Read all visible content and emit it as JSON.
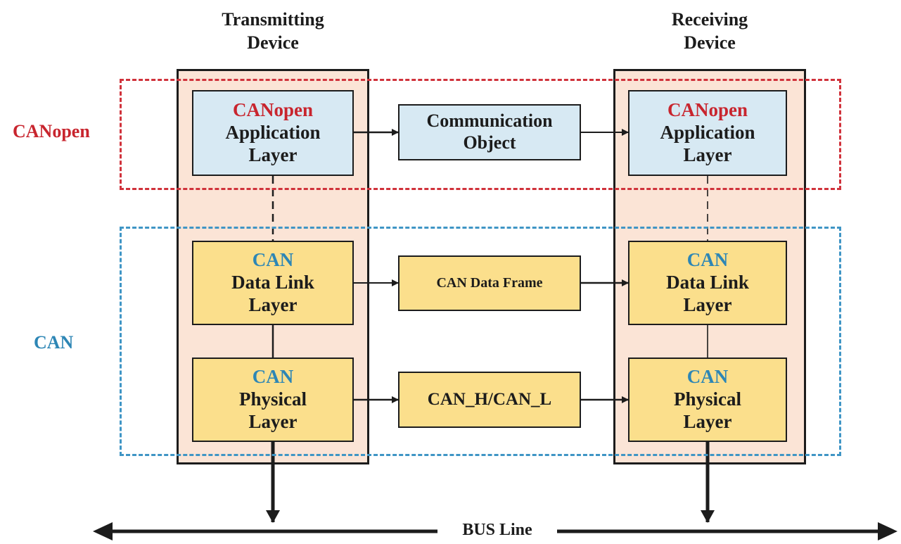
{
  "devices": {
    "transmitting": {
      "title_line1": "Transmitting",
      "title_line2": "Device"
    },
    "receiving": {
      "title_line1": "Receiving",
      "title_line2": "Device"
    }
  },
  "groups": {
    "canopen": {
      "label": "CANopen",
      "color": "#c8252e"
    },
    "can": {
      "label": "CAN",
      "color": "#2d86b5"
    }
  },
  "layers": {
    "application": {
      "tag": "CANopen",
      "line1": "Application",
      "line2": "Layer"
    },
    "datalink": {
      "tag": "CAN",
      "line1": "Data Link",
      "line2": "Layer"
    },
    "physical": {
      "tag": "CAN",
      "line1": "Physical",
      "line2": "Layer"
    }
  },
  "middle": {
    "communication": {
      "line1": "Communication",
      "line2": "Object"
    },
    "dataframe": {
      "label": "CAN Data Frame"
    },
    "bus_signal": {
      "label": "CAN_H/CAN_L"
    }
  },
  "bus": {
    "label": "BUS Line"
  },
  "colors": {
    "device_fill": "#fbe4d6",
    "app_fill": "#d7e9f3",
    "can_fill": "#fbdf8c",
    "line": "#1c1c1c"
  }
}
